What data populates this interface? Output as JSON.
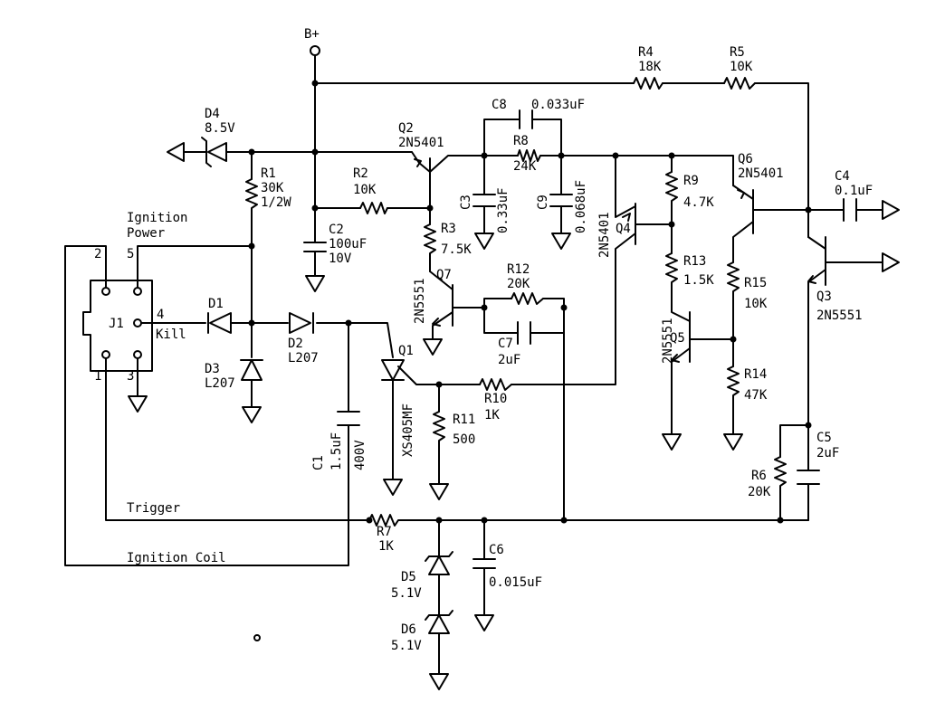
{
  "labels": {
    "bplus": "B+",
    "d4": "D4",
    "d4_val": "8.5V",
    "q2": "Q2",
    "q2_val": "2N5401",
    "c8": "C8",
    "c8_val": "0.033uF",
    "r8": "R8",
    "r8_val": "24K",
    "r4": "R4",
    "r4_val": "18K",
    "r5": "R5",
    "r5_val": "10K",
    "r1": "R1",
    "r1_val1": "30K",
    "r1_val2": "1/2W",
    "ign_power1": "Ignition",
    "ign_power2": "Power",
    "r2": "R2",
    "r2_val": "10K",
    "c3": "C3",
    "c3_val": "0.33uF",
    "c9": "C9",
    "c9_val": "0.068uF",
    "q6": "Q6",
    "q6_val": "2N5401",
    "c4": "C4",
    "c4_val": "0.1uF",
    "r9": "R9",
    "r9_val": "4.7K",
    "c2": "C2",
    "c2_val1": "100uF",
    "c2_val2": "10V",
    "r3": "R3",
    "r3_val": "7.5K",
    "q4": "Q4",
    "q4_val": "2N5401",
    "pin2": "2",
    "pin5": "5",
    "r13": "R13",
    "r13_val": "1.5K",
    "r12": "R12",
    "r12_val": "20K",
    "q7": "Q7",
    "q7_val": "2N5551",
    "r15": "R15",
    "r15_val": "10K",
    "q3": "Q3",
    "q3_val": "2N5551",
    "j1": "J1",
    "pin4": "4",
    "kill": "Kill",
    "d1": "D1",
    "d2": "D2",
    "d2_val": "L207",
    "c7": "C7",
    "c7_val": "2uF",
    "q5": "Q5",
    "q5_val": "2N5551",
    "q1": "Q1",
    "q1_val": "XS405MF",
    "d3": "D3",
    "d3_val": "L207",
    "pin1": "1",
    "pin3": "3",
    "r10": "R10",
    "r10_val": "1K",
    "r14": "R14",
    "r14_val": "47K",
    "r11": "R11",
    "r11_val": "500",
    "c1": "C1",
    "c1_val1": "1.5uF",
    "c1_val2": "400V",
    "c5": "C5",
    "c5_val": "2uF",
    "r6": "R6",
    "r6_val": "20K",
    "trigger": "Trigger",
    "r7": "R7",
    "r7_val": "1K",
    "ign_coil": "Ignition Coil",
    "c6": "C6",
    "c6_val": "0.015uF",
    "d5": "D5",
    "d5_val": "5.1V",
    "d6": "D6",
    "d6_val": "5.1V"
  }
}
